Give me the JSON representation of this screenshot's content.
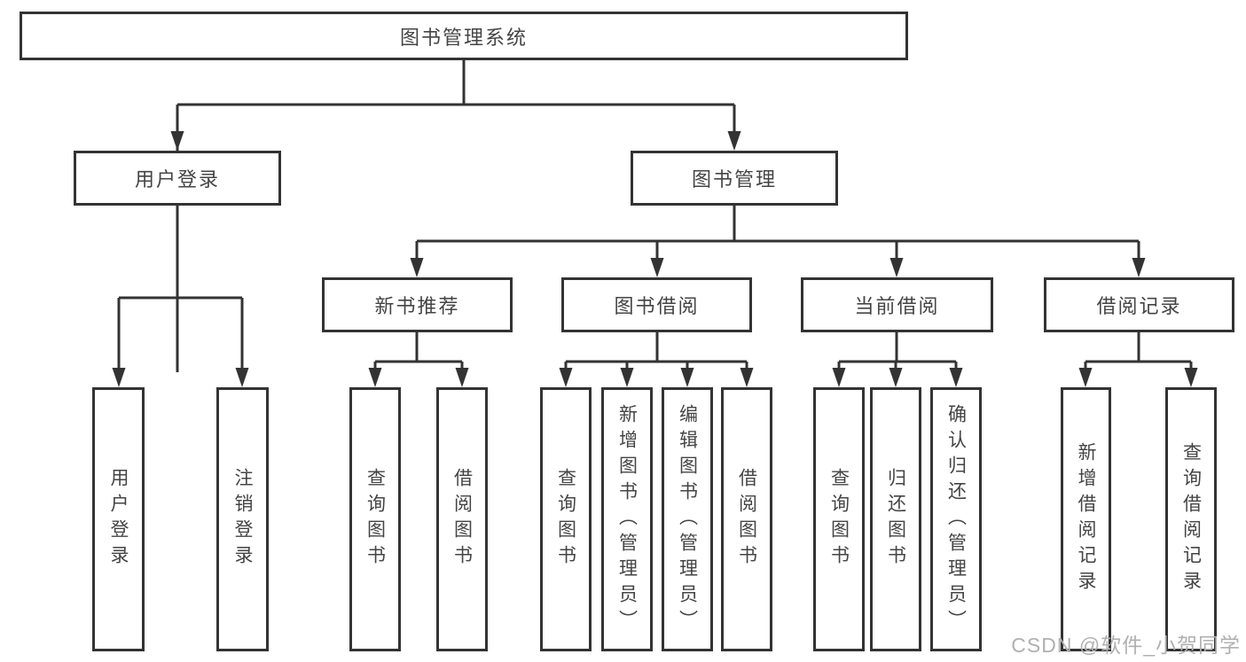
{
  "diagram": {
    "root": {
      "label": "图书管理系统"
    },
    "branches": [
      {
        "label": "用户登录",
        "children": [
          {
            "label": "用户登录"
          },
          {
            "label": "注销登录"
          }
        ]
      },
      {
        "label": "图书管理",
        "children": [
          {
            "label": "新书推荐",
            "children": [
              {
                "label": "查询图书"
              },
              {
                "label": "借阅图书"
              }
            ]
          },
          {
            "label": "图书借阅",
            "children": [
              {
                "label": "查询图书"
              },
              {
                "label": "新增图书（管理员）"
              },
              {
                "label": "编辑图书（管理员）"
              },
              {
                "label": "借阅图书"
              }
            ]
          },
          {
            "label": "当前借阅",
            "children": [
              {
                "label": "查询图书"
              },
              {
                "label": "归还图书"
              },
              {
                "label": "确认归还（管理员）"
              }
            ]
          },
          {
            "label": "借阅记录",
            "children": [
              {
                "label": "新增借阅记录"
              },
              {
                "label": "查询借阅记录"
              }
            ]
          }
        ]
      }
    ]
  },
  "watermark": "CSDN @软件_小贺同学",
  "colors": {
    "line": "#333333",
    "text": "#444444",
    "box_fill": "#ffffff",
    "background": "#ffffff",
    "watermark": "#b0b0b0"
  }
}
